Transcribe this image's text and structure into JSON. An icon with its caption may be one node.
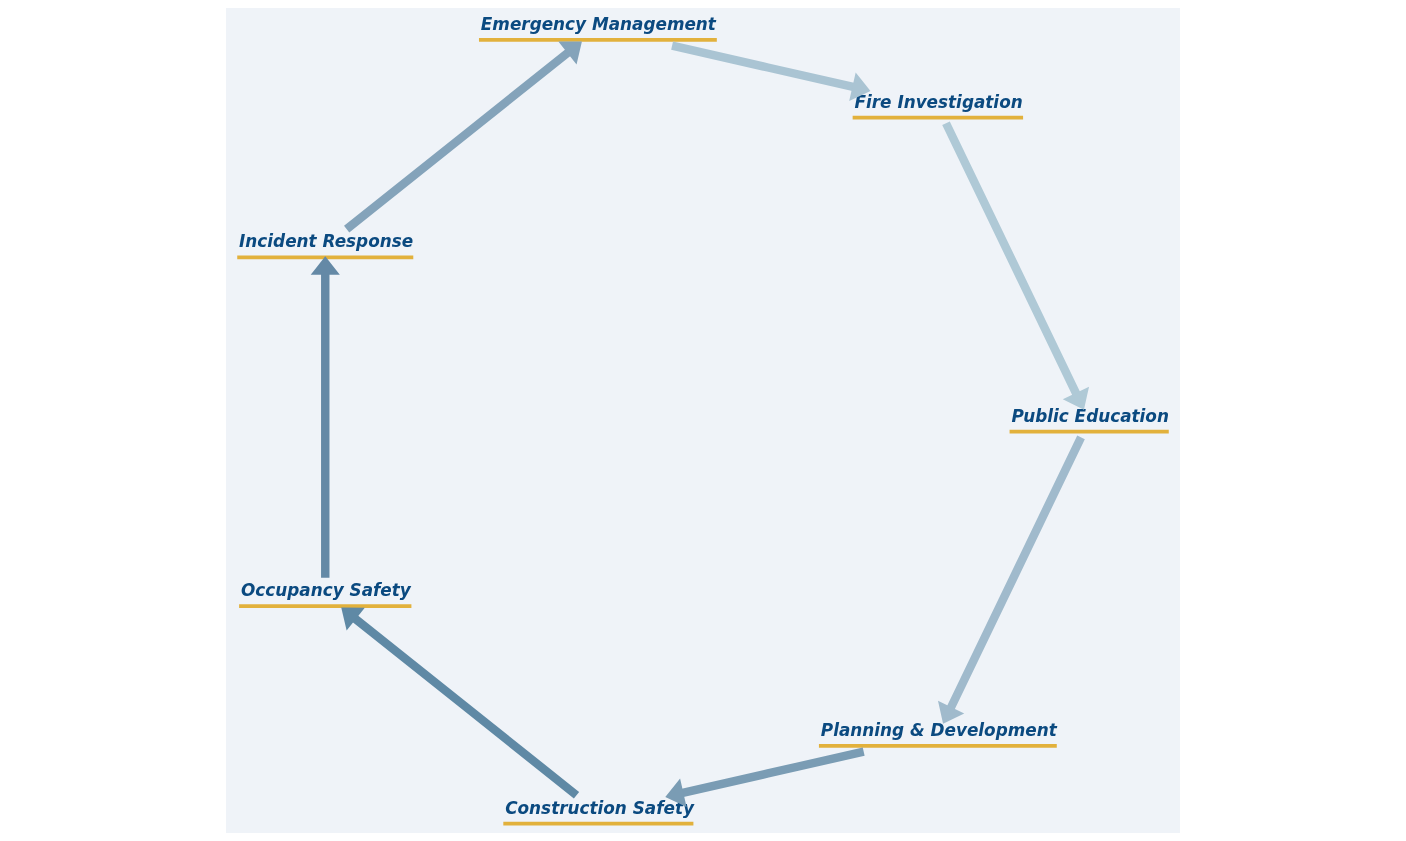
{
  "diagram": {
    "nodes": [
      {
        "text": [
          "Planning & Development"
        ]
      },
      {
        "text": [
          "Construction Safety"
        ]
      },
      {
        "text": [
          "Occupancy Safety"
        ]
      },
      {
        "text": [
          "Incident Response"
        ]
      },
      {
        "text": [
          "Emergency Management"
        ]
      },
      {
        "text": [
          "Fire Investigation"
        ]
      },
      {
        "text": [
          "Public Education"
        ]
      }
    ],
    "edges": [
      {
        "from": 0,
        "to": 1,
        "arrow": "to",
        "color": "#7a9cb4"
      },
      {
        "from": 1,
        "to": 2,
        "arrow": "to",
        "color": "#5f89a5"
      },
      {
        "from": 2,
        "to": 3,
        "arrow": "to",
        "color": "#6489a6"
      },
      {
        "from": 3,
        "to": 4,
        "arrow": "to",
        "color": "#84a3ba"
      },
      {
        "from": 4,
        "to": 5,
        "arrow": "to",
        "color": "#aac4d3"
      },
      {
        "from": 5,
        "to": 6,
        "arrow": "to",
        "color": "#afc9d6"
      },
      {
        "from": 6,
        "to": 0,
        "arrow": "to",
        "color": "#a0bacc"
      }
    ]
  }
}
